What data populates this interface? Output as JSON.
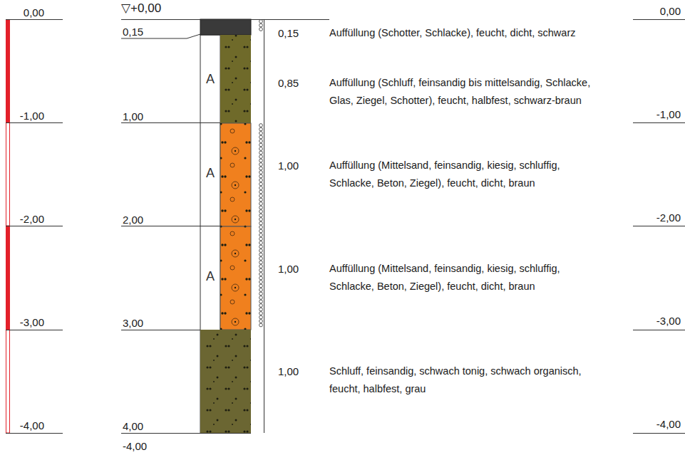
{
  "diagram": {
    "labels": [
      "0,00",
      "-1,00",
      "-2,00",
      "-3,00",
      "-4,00",
      "▽+0,00",
      "0,15",
      "1,00",
      "2,00",
      "3,00",
      "4,00",
      "-4,00",
      "A",
      "A",
      "A",
      "0,15",
      "Auffüllung (Schotter, Schlacke), feucht, dicht, schwarz",
      "0,85",
      "Auffüllung (Schluff, feinsandig bis mittelsandig, Schlacke, Glas, Ziegel, Schotter), feucht, halbfest, schwarz-braun",
      "1,00",
      "Auffüllung (Mittelsand, feinsandig, kiesig, schluffig, Schlacke, Beton, Ziegel), feucht, dicht, braun",
      "1,00",
      "Auffüllung (Mittelsand, feinsandig, kiesig, schluffig, Schlacke, Beton, Ziegel), feucht, dicht, braun",
      "1,00",
      "Schluff, feinsandig, schwach tonig, schwach organisch, feucht, halbfest, grau",
      "0,00",
      "-1,00",
      "-2,00",
      "-3,00",
      "-4,00"
    ]
  }
}
